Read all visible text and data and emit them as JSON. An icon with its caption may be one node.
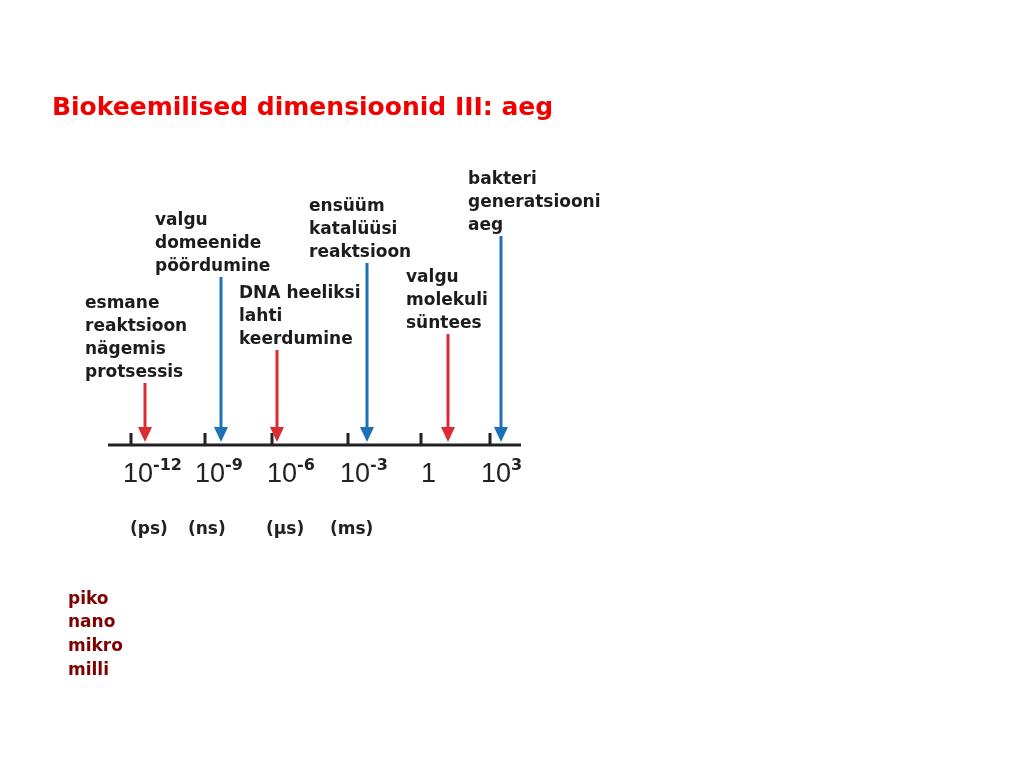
{
  "diagram": {
    "title": "Biokeemilised dimensioonid III: aeg",
    "nodes": [
      {
        "text": [
          "esmane reaktsioon nägemis protsessis"
        ]
      },
      {
        "text": [
          "valgu domeenide pöördumine"
        ]
      },
      {
        "text": [
          "DNA heeliksi lahti keerdumine"
        ]
      },
      {
        "text": [
          "ensüüm katalüüsi reaktsioon"
        ]
      },
      {
        "text": [
          "valgu molekuli süntees"
        ]
      },
      {
        "text": [
          "bakteri generatsiooni aeg"
        ]
      }
    ],
    "edges": [
      {
        "from": 0,
        "to": null,
        "arrow": "to",
        "color": "#dc2b31"
      },
      {
        "from": 1,
        "to": null,
        "arrow": "to",
        "color": "#1e70b8"
      },
      {
        "from": 2,
        "to": null,
        "arrow": "to",
        "color": "#dc2b31"
      },
      {
        "from": 3,
        "to": null,
        "arrow": "to",
        "color": "#1e70b8"
      },
      {
        "from": 4,
        "to": null,
        "arrow": "to",
        "color": "#dc2b31"
      },
      {
        "from": 5,
        "to": null,
        "arrow": "to",
        "color": "#1e70b8"
      }
    ],
    "labels": [
      "10$^{-12}$",
      "10$^{-9}$",
      "10$^{-6}$",
      "10$^{-3}$",
      "1",
      "10$^{3}$",
      "(ps)",
      "(ns)",
      "(μs)",
      "(ms)",
      "piko",
      "nano",
      "mikro",
      "milli"
    ]
  }
}
